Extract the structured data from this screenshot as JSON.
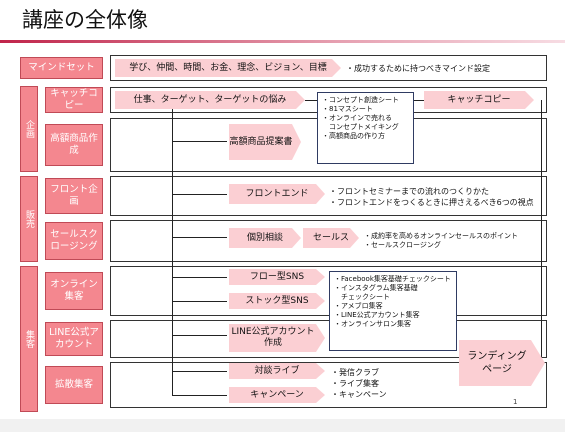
{
  "title": "講座の全体像",
  "mindset": {
    "label": "マインドセット",
    "arrow": "学び、仲間、時間、お金、理念、ビジョン、目標",
    "note": "・成功するために持つべきマインド設定"
  },
  "groups": {
    "kikaku": "企画",
    "hanbai": "販売",
    "shukaku": "集客"
  },
  "rows": {
    "catch": {
      "label": "キャッチコピー",
      "arrow": "仕事、ターゲット、ターゲットの悩み",
      "right_arrow": "キャッチコピー",
      "list": [
        "・コンセプト創造シート",
        "・81マスシート",
        "・オンラインで売れる",
        "　コンセプトメイキング",
        "・高額商品の作り方"
      ]
    },
    "premium": {
      "label": "高額商品作成",
      "arrow": "高額商品提案書"
    },
    "front": {
      "label": "フロント企画",
      "arrow": "フロントエンド",
      "notes": [
        "・フロントセミナーまでの流れのつくりかた",
        "・フロントエンドをつくるときに押さえるべき6つの視点"
      ]
    },
    "sales": {
      "label": "セールスクロージング",
      "arrow1": "個別相談",
      "arrow2": "セールス",
      "notes": [
        "・成約率を高めるオンラインセールスのポイント",
        "・セールスクロージング"
      ]
    },
    "online": {
      "label": "オンライン集客",
      "arrow1": "フロー型SNS",
      "arrow2": "ストック型SNS"
    },
    "line": {
      "label": "LINE公式アカウント",
      "arrow": "LINE公式アカウント作成"
    },
    "spread": {
      "label": "拡散集客",
      "arrow1": "対談ライブ",
      "arrow2": "キャンペーン",
      "notes": [
        "・発信クラブ",
        "・ライブ集客",
        "・キャンペーン"
      ]
    },
    "sns_list": [
      "・Facebook集客基礎チェックシート",
      "・インスタグラム集客基礎",
      "　チェックシート",
      "・アメブロ集客",
      "・LINE公式アカウント集客",
      "・オンラインサロン集客"
    ]
  },
  "landing": "ランディングページ",
  "page_number": "1"
}
